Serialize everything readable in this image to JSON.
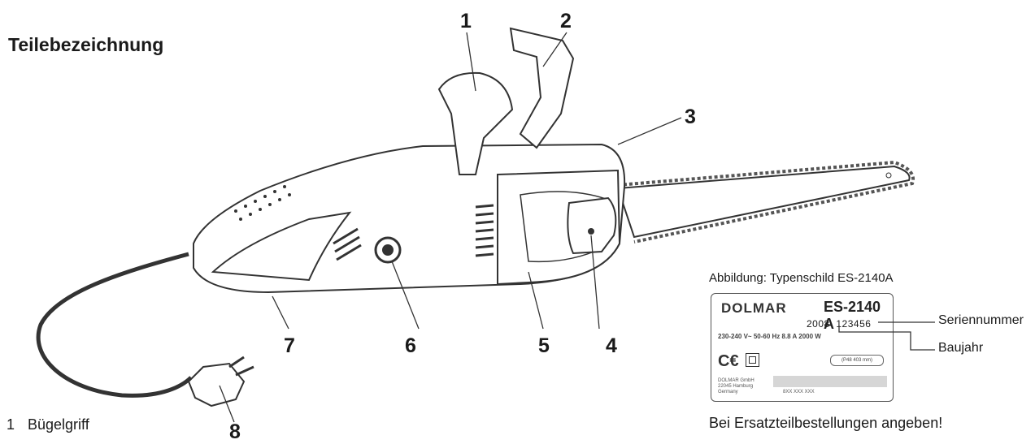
{
  "title": "Teilebezeichnung",
  "part_numbers": [
    "1",
    "2",
    "3",
    "4",
    "5",
    "6",
    "7",
    "8"
  ],
  "legend": {
    "index": "1",
    "label": "Bügelgriff"
  },
  "nameplate": {
    "caption": "Abbildung: Typenschild ES-2140A",
    "brand": "DOLMAR",
    "model": "ES-2140 A",
    "year": "2008",
    "serial": "123456",
    "specs": "230-240 V~  50-60 Hz  8.8 A  2000 W",
    "ce_mark": "C€",
    "mini_label": "(P48  403 mm)",
    "manufacturer_address": "DOLMAR GmbH\n22045 Hamburg\nGermany",
    "code": "8XX XXX XXX"
  },
  "callouts": {
    "serial_label": "Seriennummer",
    "year_label": "Baujahr"
  },
  "footer": "Bei Ersatzteilbestellungen angeben!"
}
